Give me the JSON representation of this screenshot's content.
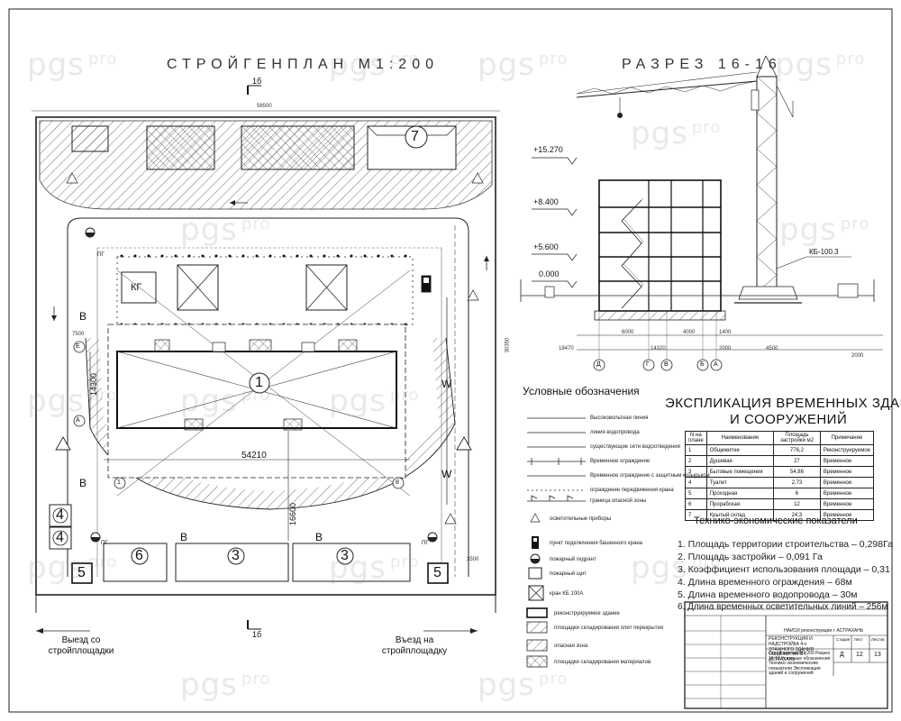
{
  "site_plan": {
    "title": "СТРОЙГЕНПЛАН М1:200",
    "section_mark_top": "1б",
    "section_mark_bottom": "1б",
    "dim_top": "56500",
    "dim_left": "30350",
    "dim_building_length": "54210",
    "dim_building_width": "14300",
    "dim_depth": "16600",
    "dim_small": "7500",
    "dim_gate": "3500",
    "crane_label": "КГ",
    "label_pg": "ПГ",
    "label_w": "W",
    "label_v": "В",
    "axis_e": "Е",
    "axis_a": "А",
    "axis_1": "1",
    "axis_8": "8",
    "zone_numbers": [
      "1",
      "3",
      "3",
      "4",
      "4",
      "5",
      "5",
      "6",
      "7"
    ],
    "exit_left": "Выезд со стройплощадки",
    "exit_right": "Въезд на стройплощадку"
  },
  "section": {
    "title": "РАЗРЕЗ 16-16",
    "levels": [
      "+15.270",
      "+8.400",
      "+5.600",
      "0.000"
    ],
    "crane_label": "КБ-100.3",
    "axes": [
      "Д",
      "Г",
      "В",
      "Б",
      "А"
    ],
    "dims": [
      "18470",
      "6000",
      "14320",
      "4000",
      "2000",
      "1400",
      "4500",
      "2000"
    ]
  },
  "legend": {
    "title": "Условные обозначения",
    "items": [
      "Высоковольтная линия",
      "линия водопровода",
      "существующие сети водоотведения",
      "Временное ограждение",
      "Временное ограждение с защитным козырьком",
      "ограждение передвижения крана",
      "граница опасной зоны",
      "осветительные приборы",
      "пункт подключения башенного крана",
      "пожарный гидрант",
      "пожарный щит",
      "кран КБ 100А",
      "реконструируемое здание",
      "площадки складирования плит перекрытия",
      "опасная зона",
      "площадки складирования материалов"
    ]
  },
  "explication": {
    "title_line1": "ЭКСПЛИКАЦИЯ ВРЕМЕННЫХ ЗДАНИЙ",
    "title_line2": "И СООРУЖЕНИЙ",
    "headers": [
      "N на плане",
      "Наименование",
      "Площадь застройки м2",
      "Примечание"
    ],
    "rows": [
      [
        "1",
        "Общежитие",
        "776,2",
        "Реконструируемое"
      ],
      [
        "2",
        "Душевая",
        "27",
        "Временное"
      ],
      [
        "3",
        "Бытовые помещения",
        "54,86",
        "Временное"
      ],
      [
        "4",
        "Туалет",
        "2,73",
        "Временное"
      ],
      [
        "5",
        "Проходная",
        "6",
        "Временное"
      ],
      [
        "6",
        "Прорабская",
        "12",
        "Временное"
      ],
      [
        "7",
        "Крытый склад",
        "24,3",
        "Временное"
      ]
    ]
  },
  "tep": {
    "title": "Технико-экономические показатели",
    "items": [
      "1. Площадь территории строительства – 0,298Га",
      "2. Площадь застройки – 0,091 Га",
      "3. Коэффициент использования площади – 0,31",
      "4. Длина временного ограждения – 68м",
      "5. Длина временного водопровода – 30м",
      "6. Длина временных осветительных линий – 256м"
    ]
  },
  "stamp": {
    "org": "НАИСИ реконструкции г. АСТРАХАНЬ",
    "title": "РЕКОНСТРУКЦИЯ И НАДСТРОЙКА 4-х ЭТАЖНОГО ЗДАНИЯ ОБЩЕЖИТИЯ В Г. АСТРАХАНЬ",
    "sheet_desc": "Стройгенплан М1:200 Разрез 16-16 Условные обозначения Технико-экономические показатели Экспликация зданий и сооружений",
    "stage": "Д",
    "sheet": "12",
    "sheets": "13",
    "col_stage": "Стадия",
    "col_sheet": "Лист",
    "col_sheets": "Листов"
  },
  "watermark": {
    "brand": "pgs",
    "suffix": "pro"
  }
}
